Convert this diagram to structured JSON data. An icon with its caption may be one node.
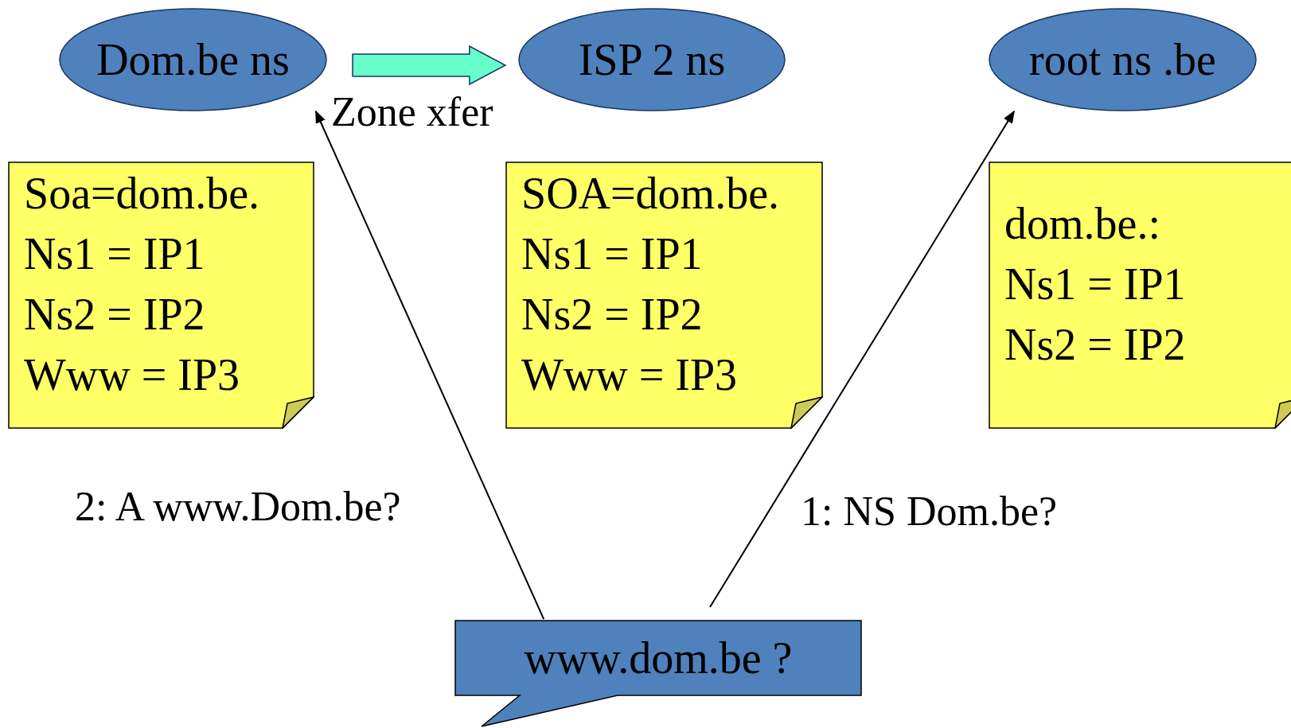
{
  "diagram": {
    "nodes": [
      {
        "text": [
          "Dom.be ns"
        ]
      },
      {
        "text": [
          "ISP 2 ns"
        ]
      },
      {
        "text": [
          "root ns .be"
        ]
      },
      {
        "text": [
          "Soa=dom.be.",
          "Ns1 = IP1",
          "Ns2 = IP2",
          "Www = IP3"
        ]
      },
      {
        "text": [
          "SOA=dom.be.",
          "Ns1 = IP1",
          "Ns2 = IP2",
          "Www = IP3"
        ]
      },
      {
        "text": [
          "dom.be.:",
          "Ns1 = IP1",
          "Ns2 = IP2"
        ]
      },
      {
        "text": [
          "www.dom.be ?"
        ]
      }
    ],
    "edges": [
      {
        "from": 0,
        "to": 1,
        "arrow": "to",
        "label": "Zone xfer",
        "style": "thick",
        "color": "#66ffcc"
      },
      {
        "from": 6,
        "to": 0,
        "arrow": "to",
        "label": "2: A www.Dom.be?"
      },
      {
        "from": 6,
        "to": 2,
        "arrow": "to",
        "label": "1: NS Dom.be?"
      }
    ]
  }
}
